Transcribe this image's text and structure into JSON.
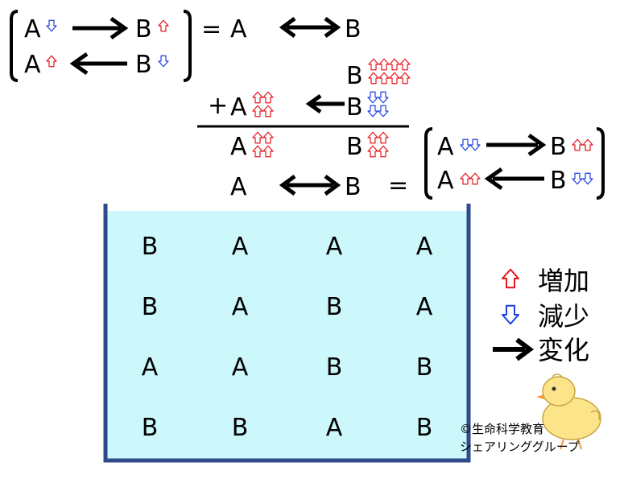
{
  "equilibrium": {
    "symbol_a": "A",
    "symbol_b": "B",
    "equals": "=",
    "plus": "+"
  },
  "beaker": {
    "grid": [
      [
        "B",
        "A",
        "A",
        "A"
      ],
      [
        "B",
        "A",
        "B",
        "A"
      ],
      [
        "A",
        "A",
        "B",
        "B"
      ],
      [
        "B",
        "B",
        "A",
        "B"
      ]
    ]
  },
  "legend": [
    {
      "icon": "red-up-arrow-icon",
      "label": "増加"
    },
    {
      "icon": "blue-down-arrow-icon",
      "label": "減少"
    },
    {
      "icon": "black-right-arrow-icon",
      "label": "変化"
    }
  ],
  "credit": {
    "line1": "©生命科学教育",
    "line2": "シェアリンググループ"
  },
  "colors": {
    "increase": "#e8141b",
    "decrease": "#1d3fe0",
    "reaction": "#000000",
    "water": "#ccf7fb",
    "beaker": "#2e4a8a"
  }
}
